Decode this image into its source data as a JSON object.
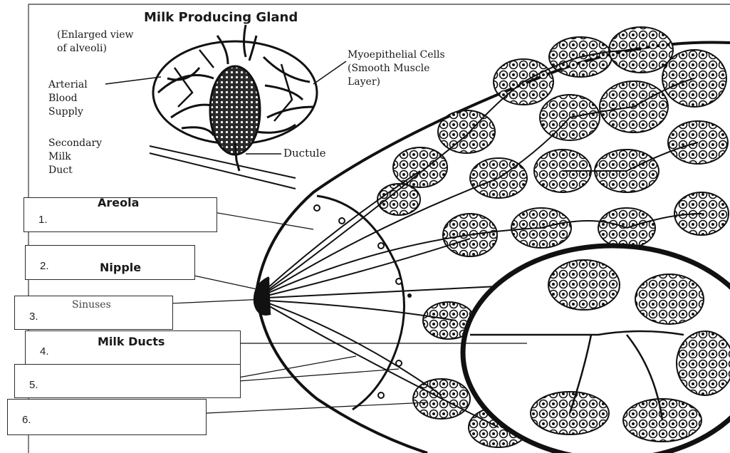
{
  "inset": {
    "title": "Milk Producing Gland",
    "subtitle_line1": "(Enlarged view",
    "subtitle_line2": "of alveoli)",
    "arterial_line1": "Arterial",
    "arterial_line2": "Blood",
    "arterial_line3": "Supply",
    "myo_line1": "Myoepithelial Cells",
    "myo_line2": "(Smooth Muscle",
    "myo_line3": "Layer)",
    "secondary_line1": "Secondary",
    "secondary_line2": "Milk",
    "secondary_line3": "Duct",
    "ductule": "Ductule"
  },
  "labels": {
    "areola": "Areola",
    "nipple": "Nipple",
    "sinuses": "Sinuses",
    "milk_ducts": "Milk Ducts"
  },
  "answer_boxes": [
    {
      "number": "1."
    },
    {
      "number": "2."
    },
    {
      "number": "3."
    },
    {
      "number": "4."
    },
    {
      "number": "5."
    },
    {
      "number": "6."
    }
  ]
}
